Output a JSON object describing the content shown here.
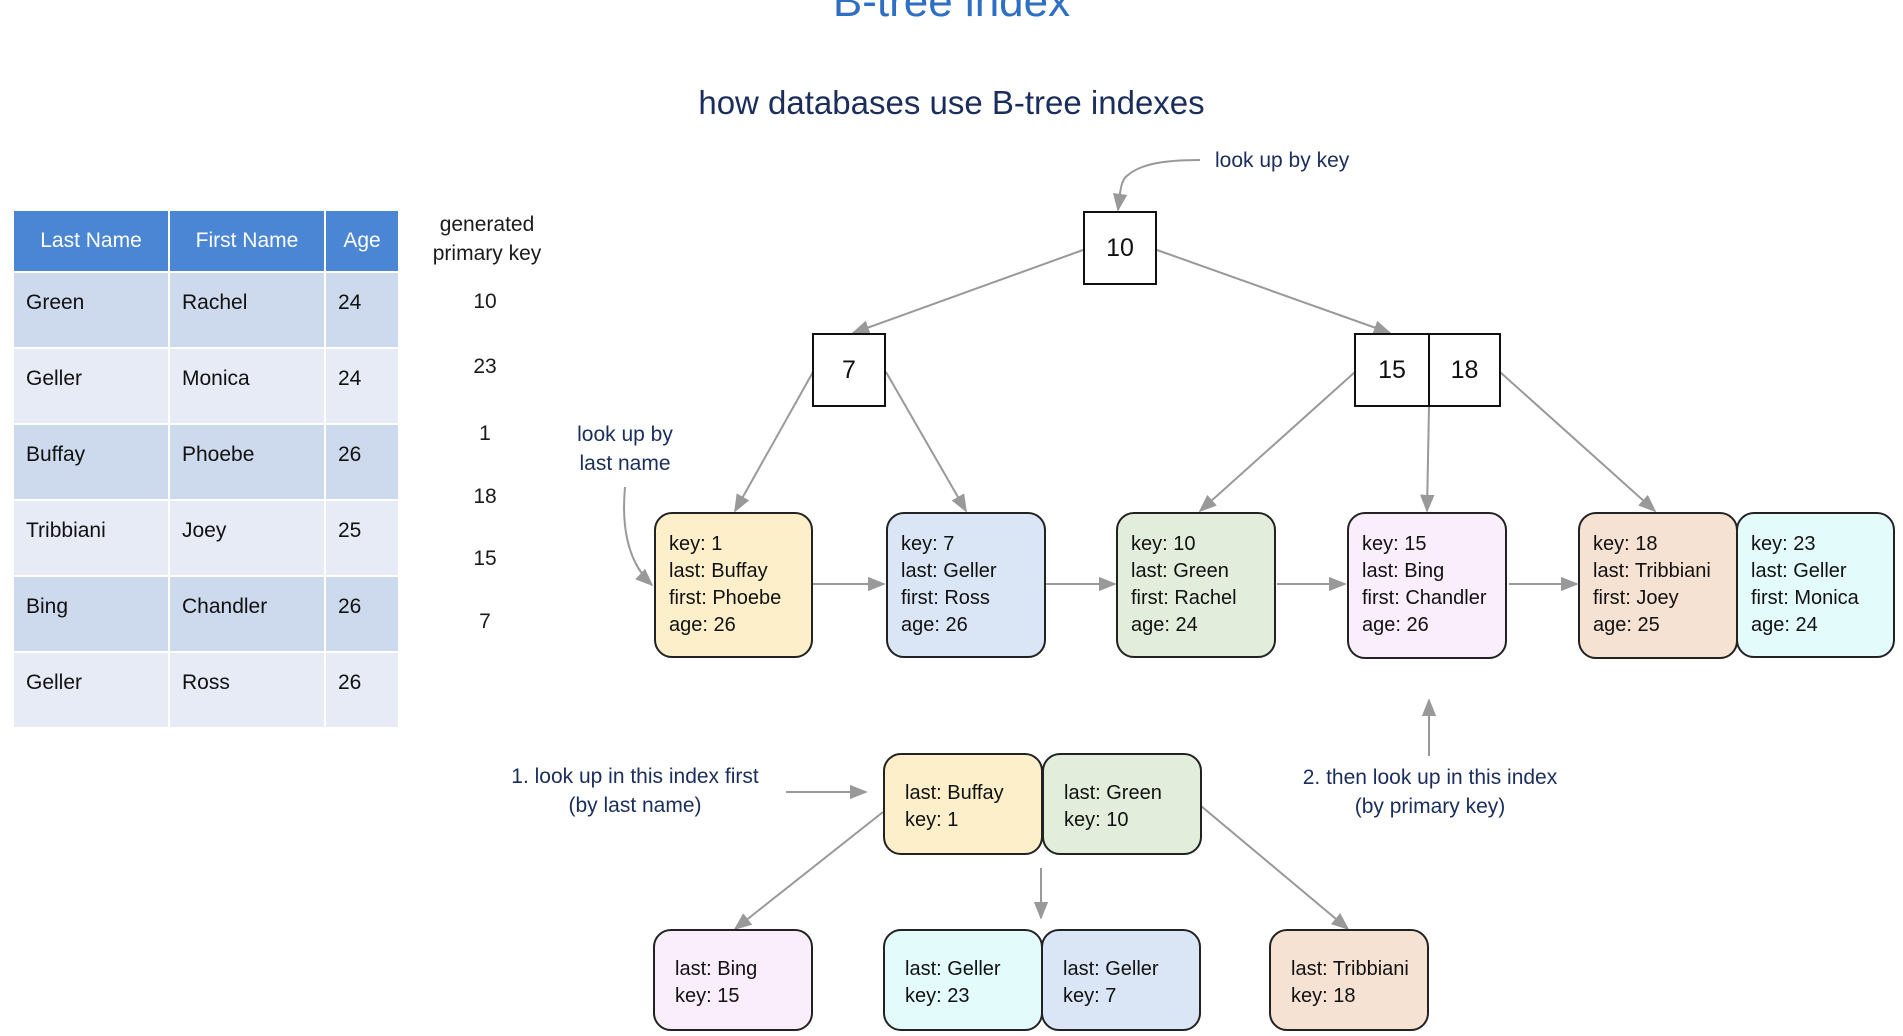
{
  "title": "B-tree index",
  "subtitle": "how databases use B-tree indexes",
  "table": {
    "headers": [
      "Last Name",
      "First Name",
      "Age"
    ],
    "rows": [
      [
        "Green",
        "Rachel",
        "24"
      ],
      [
        "Geller",
        "Monica",
        "24"
      ],
      [
        "Buffay",
        "Phoebe",
        "26"
      ],
      [
        "Tribbiani",
        "Joey",
        "25"
      ],
      [
        "Bing",
        "Chandler",
        "26"
      ],
      [
        "Geller",
        "Ross",
        "26"
      ]
    ]
  },
  "primary_key": {
    "header_line1": "generated",
    "header_line2": "primary key",
    "values": [
      "10",
      "23",
      "1",
      "18",
      "15",
      "7"
    ]
  },
  "annotations": {
    "lookup_key": "look up by key",
    "lookup_last_1": "look up by",
    "lookup_last_2": "last name",
    "step1_line1": "1. look up in this index first",
    "step1_line2": "(by last name)",
    "step2_line1": "2. then look up in this index",
    "step2_line2": "(by primary key)"
  },
  "primary_tree": {
    "root": "10",
    "left": "7",
    "right": [
      "15",
      "18"
    ],
    "leaves": [
      {
        "key": "key: 1",
        "last": "last: Buffay",
        "first": "first: Phoebe",
        "age": "age: 26",
        "color": "#fcefc9"
      },
      {
        "key": "key: 7",
        "last": "last: Geller",
        "first": "first: Ross",
        "age": "age: 26",
        "color": "#dae6f6"
      },
      {
        "key": "key: 10",
        "last": "last: Green",
        "first": "first: Rachel",
        "age": "age: 24",
        "color": "#e2eedb"
      },
      {
        "key": "key: 15",
        "last": "last: Bing",
        "first": "first: Chandler",
        "age": "age: 26",
        "color": "#fbeefc"
      },
      {
        "key": "key: 18",
        "last": "last: Tribbiani",
        "first": "first: Joey",
        "age": "age: 25",
        "color": "#f6e2d3"
      },
      {
        "key": "key: 23",
        "last": "last: Geller",
        "first": "first: Monica",
        "age": "age: 24",
        "color": "#e3fbfb"
      }
    ]
  },
  "secondary_index": {
    "root": [
      {
        "last": "last: Buffay",
        "key": "key: 1"
      },
      {
        "last": "last: Green",
        "key": "key: 10"
      }
    ],
    "children": [
      {
        "last": "last: Bing",
        "key": "key: 15"
      },
      {
        "last": "last: Geller",
        "key": "key: 23"
      },
      {
        "last": "last: Geller",
        "key": "key: 7"
      },
      {
        "last": "last: Tribbiani",
        "key": "key: 18"
      }
    ]
  }
}
